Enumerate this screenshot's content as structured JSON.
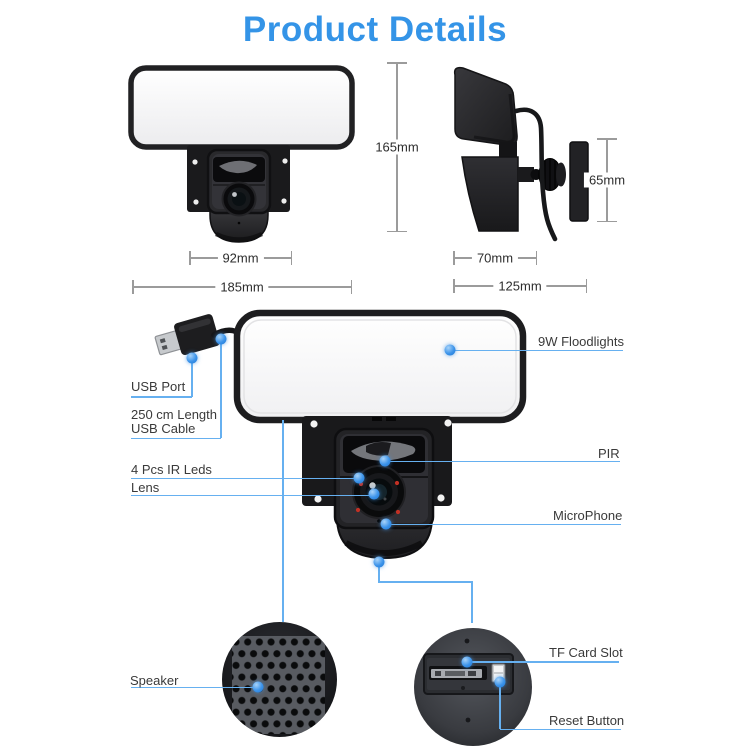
{
  "title": "Product Details",
  "colors": {
    "title": "#3494e7",
    "callout_line": "#66b0f0",
    "dot": "#3b93ea",
    "dimension_line": "#9b9b9b",
    "text": "#3a3a3a"
  },
  "front_view": {
    "width_camera": "92mm",
    "width_total": "185mm",
    "height_total": "165mm"
  },
  "side_view": {
    "depth_body": "70mm",
    "depth_total": "125mm",
    "height_mount": "65mm"
  },
  "callouts": {
    "usb_port": {
      "label": "USB Port"
    },
    "usb_cable": {
      "label_line1": "250 cm Length",
      "label_line2": "USB Cable"
    },
    "ir_leds": {
      "label": "4 Pcs IR Leds"
    },
    "lens": {
      "label": "Lens"
    },
    "floodlights": {
      "label": "9W Floodlights"
    },
    "pir": {
      "label": "PIR"
    },
    "microphone": {
      "label": "MicroPhone"
    },
    "speaker": {
      "label": "Speaker"
    },
    "tf_card_slot": {
      "label": "TF Card Slot"
    },
    "reset_button": {
      "label": "Reset Button"
    }
  }
}
